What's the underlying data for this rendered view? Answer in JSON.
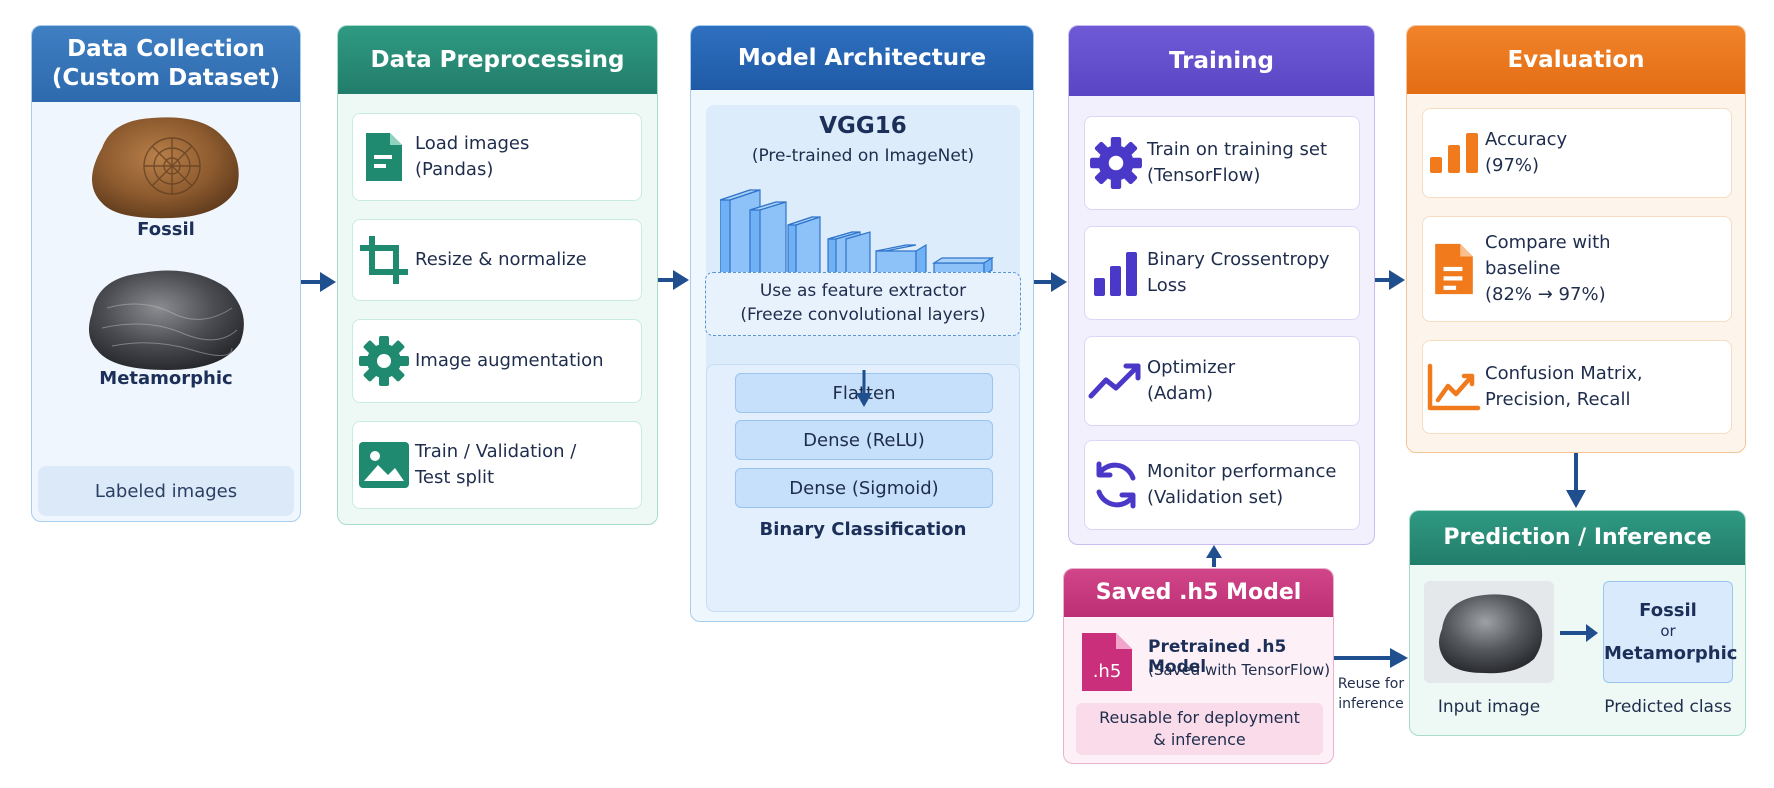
{
  "collection": {
    "title_line1": "Data Collection",
    "title_line2": "(Custom Dataset)",
    "sample1": "Fossil",
    "sample2": "Metamorphic",
    "footer": "Labeled images"
  },
  "preprocessing": {
    "title": "Data Preprocessing",
    "steps": [
      {
        "icon": "document-icon",
        "line1": "Load images",
        "line2": "(Pandas)"
      },
      {
        "icon": "crop-icon",
        "line1": "Resize & normalize",
        "line2": ""
      },
      {
        "icon": "gear-icon",
        "line1": "Image augmentation",
        "line2": ""
      },
      {
        "icon": "image-icon",
        "line1": "Train / Validation /",
        "line2": "Test split"
      }
    ]
  },
  "model": {
    "title": "Model Architecture",
    "backbone": "VGG16",
    "backbone_sub": "(Pre-trained on ImageNet)",
    "feature_line1": "Use as feature extractor",
    "feature_line2": "(Freeze convolutional layers)",
    "layers": [
      "Flatten",
      "Dense (ReLU)",
      "Dense (Sigmoid)"
    ],
    "output": "Binary Classification"
  },
  "training": {
    "title": "Training",
    "steps": [
      {
        "icon": "gear-icon",
        "line1": "Train on training set",
        "line2": "(TensorFlow)"
      },
      {
        "icon": "bar-chart-icon",
        "line1": "Binary Crossentropy",
        "line2": "Loss"
      },
      {
        "icon": "trend-line-icon",
        "line1": "Optimizer",
        "line2": "(Adam)"
      },
      {
        "icon": "refresh-icon",
        "line1": "Monitor performance",
        "line2": "(Validation set)"
      }
    ]
  },
  "evaluation": {
    "title": "Evaluation",
    "items": [
      {
        "icon": "bar-chart-icon",
        "line1": "Accuracy",
        "line2": "(97%)",
        "line3": ""
      },
      {
        "icon": "document-icon",
        "line1": "Compare with",
        "line2": "baseline",
        "line3": "(82% → 97%)"
      },
      {
        "icon": "line-chart-icon",
        "line1": "Confusion Matrix,",
        "line2": "Precision, Recall",
        "line3": ""
      }
    ]
  },
  "saved": {
    "title": "Saved .h5 Model",
    "icon_text": ".h5",
    "model_name": "Pretrained .h5 Model",
    "model_sub": "(Saved with TensorFlow)",
    "reuse_line1": "Reusable for deployment",
    "reuse_line2": "& inference"
  },
  "reuse_label_line1": "Reuse for",
  "reuse_label_line2": "inference",
  "prediction": {
    "title": "Prediction / Inference",
    "input_caption": "Input image",
    "class_line1": "Fossil",
    "class_line2": "or",
    "class_line3": "Metamorphic",
    "output_caption": "Predicted class"
  },
  "colors": {
    "blue": "#2d69ad",
    "teal": "#227d6b",
    "purple": "#5a45c4",
    "orange": "#e36d14",
    "pink": "#bd2f74",
    "arrow": "#1f4f8f"
  }
}
